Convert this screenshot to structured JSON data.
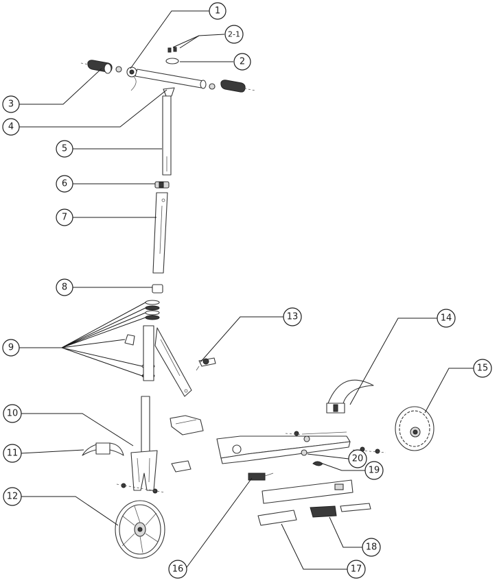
{
  "callouts": [
    {
      "id": "c1",
      "label": "1"
    },
    {
      "id": "c2-1",
      "label": "2-1"
    },
    {
      "id": "c2",
      "label": "2"
    },
    {
      "id": "c3",
      "label": "3"
    },
    {
      "id": "c4",
      "label": "4"
    },
    {
      "id": "c5",
      "label": "5"
    },
    {
      "id": "c6",
      "label": "6"
    },
    {
      "id": "c7",
      "label": "7"
    },
    {
      "id": "c8",
      "label": "8"
    },
    {
      "id": "c9",
      "label": "9"
    },
    {
      "id": "c10",
      "label": "10"
    },
    {
      "id": "c11",
      "label": "11"
    },
    {
      "id": "c12",
      "label": "12"
    },
    {
      "id": "c13",
      "label": "13"
    },
    {
      "id": "c14",
      "label": "14"
    },
    {
      "id": "c15",
      "label": "15"
    },
    {
      "id": "c16",
      "label": "16"
    },
    {
      "id": "c17",
      "label": "17"
    },
    {
      "id": "c18",
      "label": "18"
    },
    {
      "id": "c19",
      "label": "19"
    },
    {
      "id": "c20",
      "label": "20"
    }
  ]
}
